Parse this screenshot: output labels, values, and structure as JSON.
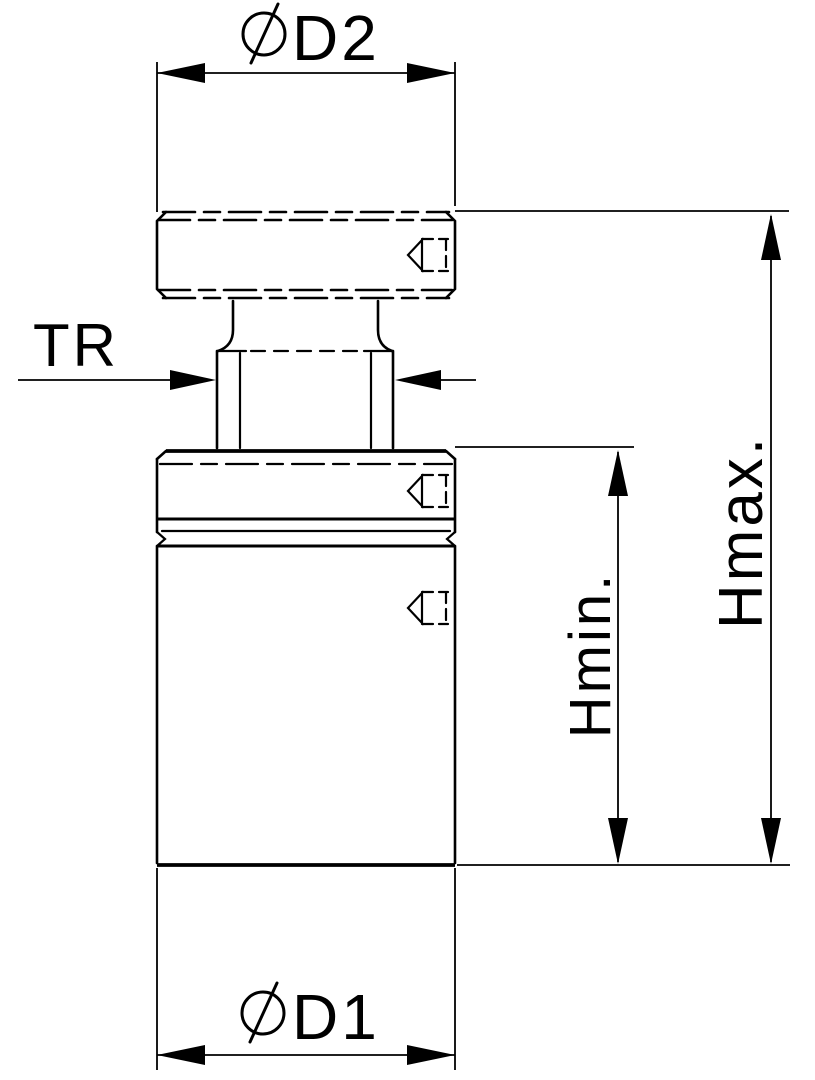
{
  "drawing": {
    "background_color": "#ffffff",
    "line_color": "#000000",
    "labels": {
      "top_diameter": "⌀D2",
      "top_diameter_text": "D2",
      "thread": "TR",
      "height_min": "Hmin.",
      "height_max": "Hmax.",
      "bottom_diameter": "⌀D1",
      "bottom_diameter_text": "D1"
    }
  }
}
